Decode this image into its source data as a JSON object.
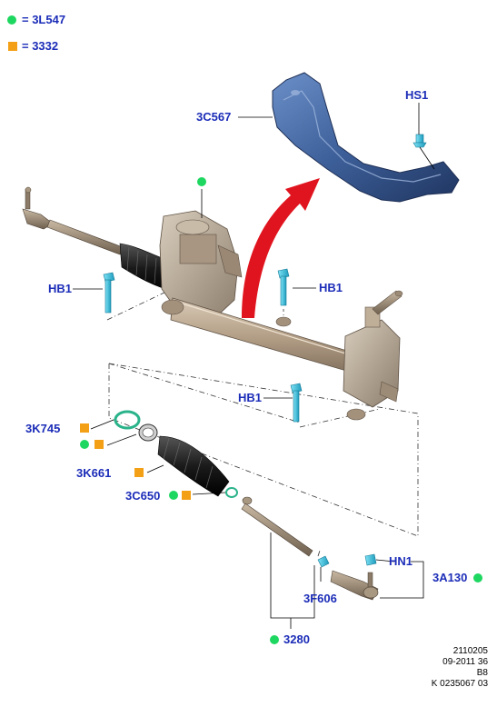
{
  "legend": [
    {
      "marker": "dot",
      "text": "= 3L547",
      "color": "#1ed760"
    },
    {
      "marker": "square",
      "text": "=  3332",
      "color": "#f4a016"
    }
  ],
  "labels": {
    "c3C567": "3C567",
    "hs1": "HS1",
    "hb1_left": "HB1",
    "hb1_right": "HB1",
    "hb1_bottom": "HB1",
    "c3K745": "3K745",
    "c3K661": "3K661",
    "c3C650": "3C650",
    "hn1": "HN1",
    "c3A130": "3A130",
    "c3F606": "3F606",
    "c3280": "3280"
  },
  "footer": [
    "2110205",
    "09-2011 36",
    "B8",
    "K 0235067 03"
  ],
  "colors": {
    "label_blue": "#1c2db8",
    "marker_green": "#1ed760",
    "marker_orange": "#f4a016",
    "fastener_cyan": "#33c6e0",
    "arrow_red": "#e0141e",
    "shield_blue": "#4a6fa8",
    "rack_body": "#b8a590",
    "boot_black": "#222222"
  }
}
